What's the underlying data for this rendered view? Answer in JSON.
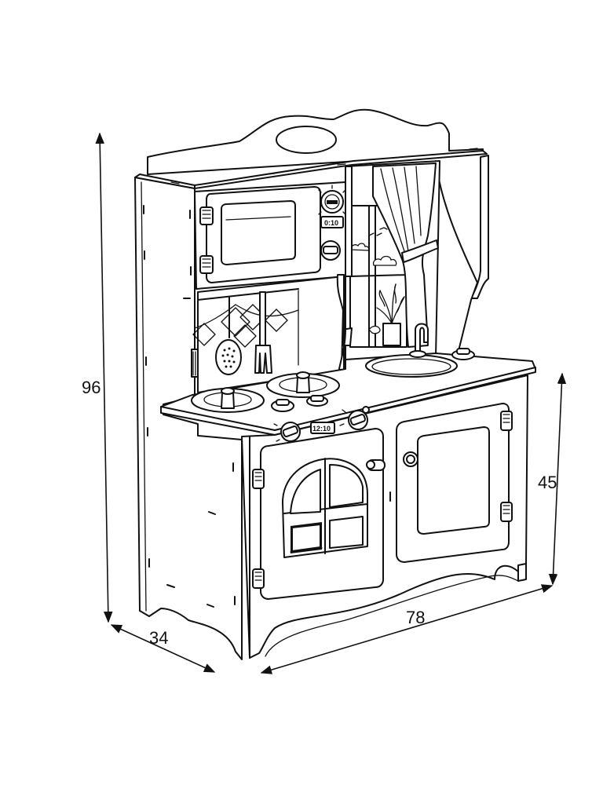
{
  "dimensions": {
    "height_total": "96",
    "height_counter": "45",
    "depth": "34",
    "width": "78"
  },
  "appliance_labels": {
    "microwave": "0:10",
    "oven": "12:10"
  },
  "colors": {
    "line": "#111111",
    "background": "#ffffff"
  }
}
